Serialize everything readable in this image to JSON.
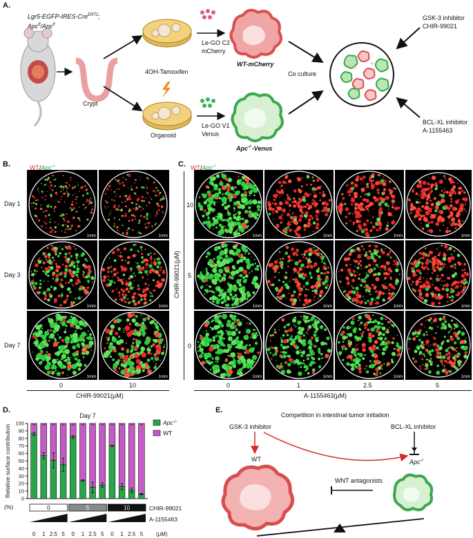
{
  "panelA": {
    "label": "A.",
    "mouse_line1": "Lgr5-EGFP-IRES-Cre",
    "mouse_line1_sup": "ERT2",
    "mouse_line1_end": ";",
    "mouse_line2": "Apc",
    "mouse_line2_sup1": "fl",
    "mouse_line2_mid": "/Apc",
    "mouse_line2_sup2": "fl",
    "crypt": "Crypt",
    "tamoxifen": "4OH-Tamoxifen",
    "organoid": "Organoid",
    "vector1_line1": "Le-GO C2",
    "vector1_line2": "mCherry",
    "vector2_line1": "Le-GO V1",
    "vector2_line2": "Venus",
    "wt_label": "WT-mCherry",
    "apc_label_prefix": "Apc",
    "apc_label_sup": "-/-",
    "apc_label_suffix": "-Venus",
    "coculture": "Co culture",
    "gsk_line1": "GSK-3 inhibitor",
    "gsk_line2": "CHIR-99021",
    "bcl_line1": "BCL-XL inhibitor",
    "bcl_line2": "A-1155463"
  },
  "panelB": {
    "label": "B.",
    "legend_wt": "WT",
    "legend_sep": "/",
    "legend_apc": "Apc",
    "legend_apc_sup": "-/-",
    "rows": [
      "Day 1",
      "Day 3",
      "Day 7"
    ],
    "cols": [
      "0",
      "10"
    ],
    "xlabel": "CHIR-99021(μM)",
    "scale": "1mm"
  },
  "panelC": {
    "label": "C.",
    "legend_wt": "WT",
    "legend_sep": "/",
    "legend_apc": "Apc",
    "legend_apc_sup": "-/-",
    "rows": [
      "10",
      "5",
      "0"
    ],
    "cols": [
      "0",
      "1",
      "2.5",
      "5"
    ],
    "ylabel": "CHIR-99021(μM)",
    "xlabel": "A-1155463(μM)",
    "scale": "1mm"
  },
  "panelD": {
    "label": "D.",
    "chart_data": {
      "type": "bar",
      "title": "Day 7",
      "ylabel": "Relative surface contribution",
      "ylabel_unit": "(%)",
      "ylim": [
        0,
        100
      ],
      "yticks": [
        "0",
        "10",
        "20",
        "30",
        "40",
        "50",
        "60",
        "70",
        "80",
        "90",
        "100"
      ],
      "categories": [
        "0",
        "1",
        "2.5",
        "5",
        "0",
        "1",
        "2.5",
        "5",
        "0",
        "1",
        "2.5",
        "5"
      ],
      "x_unit": "(μM)",
      "group_labels": [
        "0",
        "5",
        "10"
      ],
      "group_row_label": "CHIR-99021",
      "ramp_label": "A-1155463",
      "series": [
        {
          "name": "Apc",
          "name_sup": "-/-",
          "color": "#2aa64a",
          "values": [
            86,
            57,
            51,
            45,
            82,
            24,
            15,
            18,
            70,
            16,
            11,
            6
          ],
          "errors": [
            2,
            4,
            10,
            9,
            2,
            1,
            7,
            3,
            1,
            4,
            3,
            1
          ]
        },
        {
          "name": "WT",
          "color": "#c55bc5",
          "values": [
            14,
            43,
            49,
            55,
            18,
            76,
            85,
            82,
            30,
            84,
            89,
            94
          ]
        }
      ]
    }
  },
  "panelE": {
    "label": "E.",
    "title": "Competition in intestinal tumor initiation",
    "gsk": "GSK-3 inhibitor",
    "bcl": "BCL-XL inhibitor",
    "wt": "WT",
    "apc": "Apc",
    "apc_sup": "-/-",
    "wnt": "WNT antagonists"
  }
}
